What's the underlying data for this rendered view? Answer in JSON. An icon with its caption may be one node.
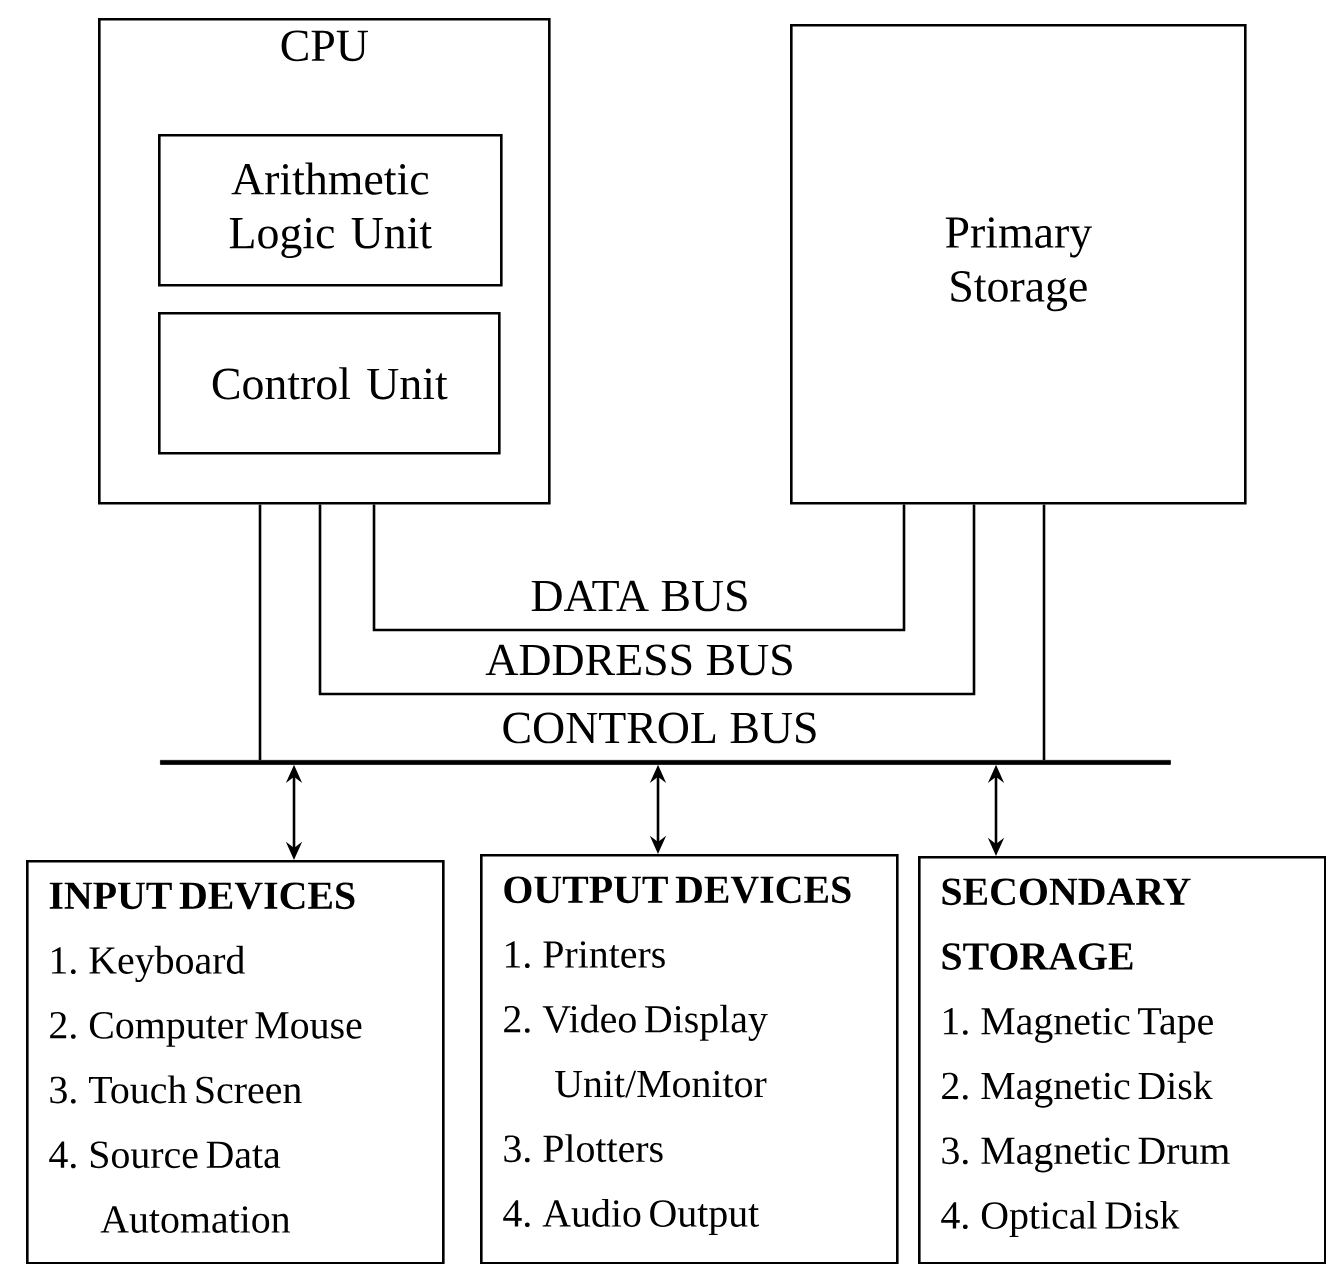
{
  "diagram": {
    "nodes": [
      {
        "text": [
          "CPU"
        ]
      },
      {
        "text": [
          "Arithmetic Logic Unit"
        ],
        "in": 0
      },
      {
        "text": [
          "Control Unit"
        ],
        "in": 0
      },
      {
        "text": [
          "Primary Storage"
        ]
      },
      {
        "text": [],
        "shape": "bar"
      },
      {
        "text": [
          "INPUT DEVICES",
          "1. Keyboard",
          "2. Computer Mouse",
          "3. Touch Screen",
          "4. Source Data Automation"
        ]
      },
      {
        "text": [
          "OUTPUT DEVICES",
          "1. Printers",
          "2. Video Display Unit/Monitor",
          "3. Plotters",
          "4.  Audio Output"
        ]
      },
      {
        "text": [
          "SECONDARY STORAGE",
          "1. Magnetic Tape",
          "2. Magnetic Disk",
          "3. Magnetic Drum",
          "4. Optical Disk"
        ]
      }
    ],
    "edges": [
      {
        "from": 0,
        "to": 3,
        "arrow": "none",
        "label": "DATA BUS"
      },
      {
        "from": 0,
        "to": 3,
        "arrow": "none",
        "label": "ADDRESS BUS"
      },
      {
        "from": 0,
        "to": 4,
        "arrow": "none"
      },
      {
        "from": 3,
        "to": 4,
        "arrow": "none"
      },
      {
        "from": 4,
        "to": 5,
        "arrow": "both"
      },
      {
        "from": 4,
        "to": 6,
        "arrow": "both"
      },
      {
        "from": 4,
        "to": 7,
        "arrow": "both"
      }
    ],
    "labels": [
      "CONTROL BUS"
    ]
  }
}
